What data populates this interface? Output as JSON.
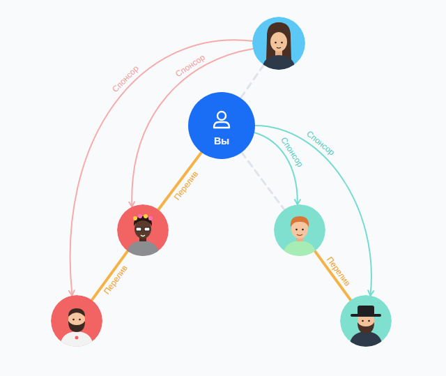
{
  "diagram": {
    "nodes": [
      {
        "text": []
      },
      {
        "text": [
          "Вы"
        ]
      },
      {
        "text": []
      },
      {
        "text": []
      },
      {
        "text": []
      },
      {
        "text": []
      }
    ],
    "edges": [
      {
        "from": 0,
        "to": 4,
        "arrow": "to",
        "label": "Спонсор"
      },
      {
        "from": 0,
        "to": 2,
        "arrow": "to",
        "label": "Спонсор"
      },
      {
        "from": 0,
        "to": 1,
        "arrow": "none"
      },
      {
        "from": 1,
        "to": 3,
        "arrow": "to",
        "label": "Спонсор"
      },
      {
        "from": 1,
        "to": 5,
        "arrow": "to",
        "label": "Спонсор"
      },
      {
        "from": 1,
        "to": 3,
        "arrow": "none"
      },
      {
        "from": 1,
        "to": 2,
        "arrow": "none",
        "label": "Перелив"
      },
      {
        "from": 2,
        "to": 4,
        "arrow": "none",
        "label": "Перелив"
      },
      {
        "from": 3,
        "to": 5,
        "arrow": "none",
        "label": "Перелив"
      }
    ]
  }
}
